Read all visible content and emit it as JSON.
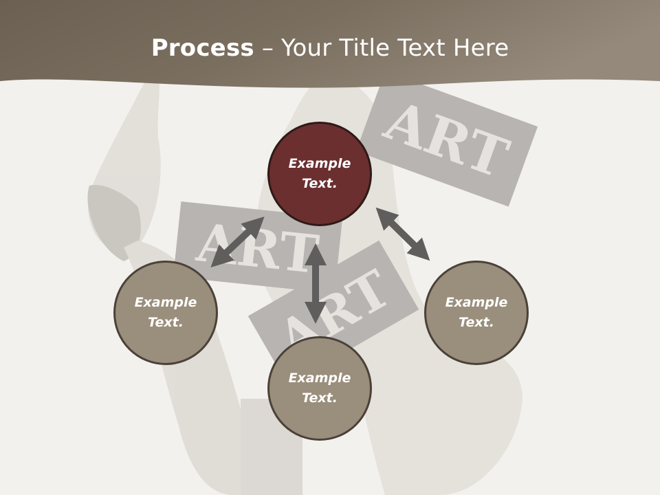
{
  "slide": {
    "title_bold": "Process",
    "title_rest": " – Your Title Text Here"
  },
  "background": {
    "sign_text": "ART"
  },
  "diagram": {
    "center_node": "Example Text.",
    "left_node": "Example Text.",
    "right_node": "Example Text.",
    "bottom_node": "Example Text."
  },
  "colors": {
    "header_band": "#8c8170",
    "center_node": "#6b2f30",
    "outer_nodes": "#9a8e7c",
    "arrows": "#5f5e5c",
    "background": "#f3f1ee"
  }
}
